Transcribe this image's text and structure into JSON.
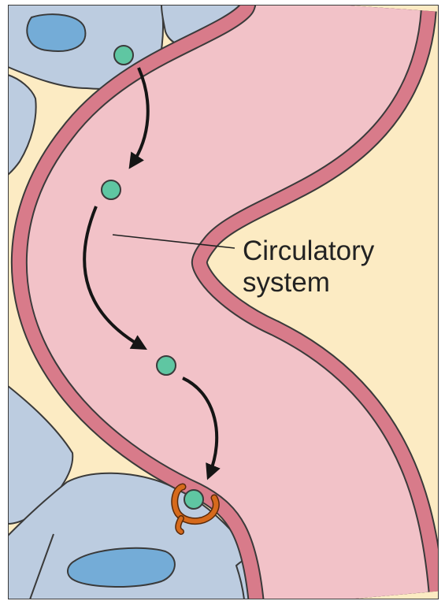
{
  "label": {
    "line1": "Circulatory",
    "line2": "system"
  },
  "colors": {
    "interstitial": "#fcebc3",
    "cell_fill": "#bccce0",
    "nucleus_fill": "#74acd7",
    "vessel_wall": "#d87b8a",
    "vessel_lumen": "#f2c2c8",
    "hormone": "#5fc6a2",
    "receptor": "#d66a1c",
    "arrow": "#151515",
    "outline": "#3a3a3a"
  },
  "icons": {
    "secreting_cell": "endocrine-cell",
    "hormone_molecule": "hormone-dot",
    "target_receptor": "receptor-icon"
  }
}
